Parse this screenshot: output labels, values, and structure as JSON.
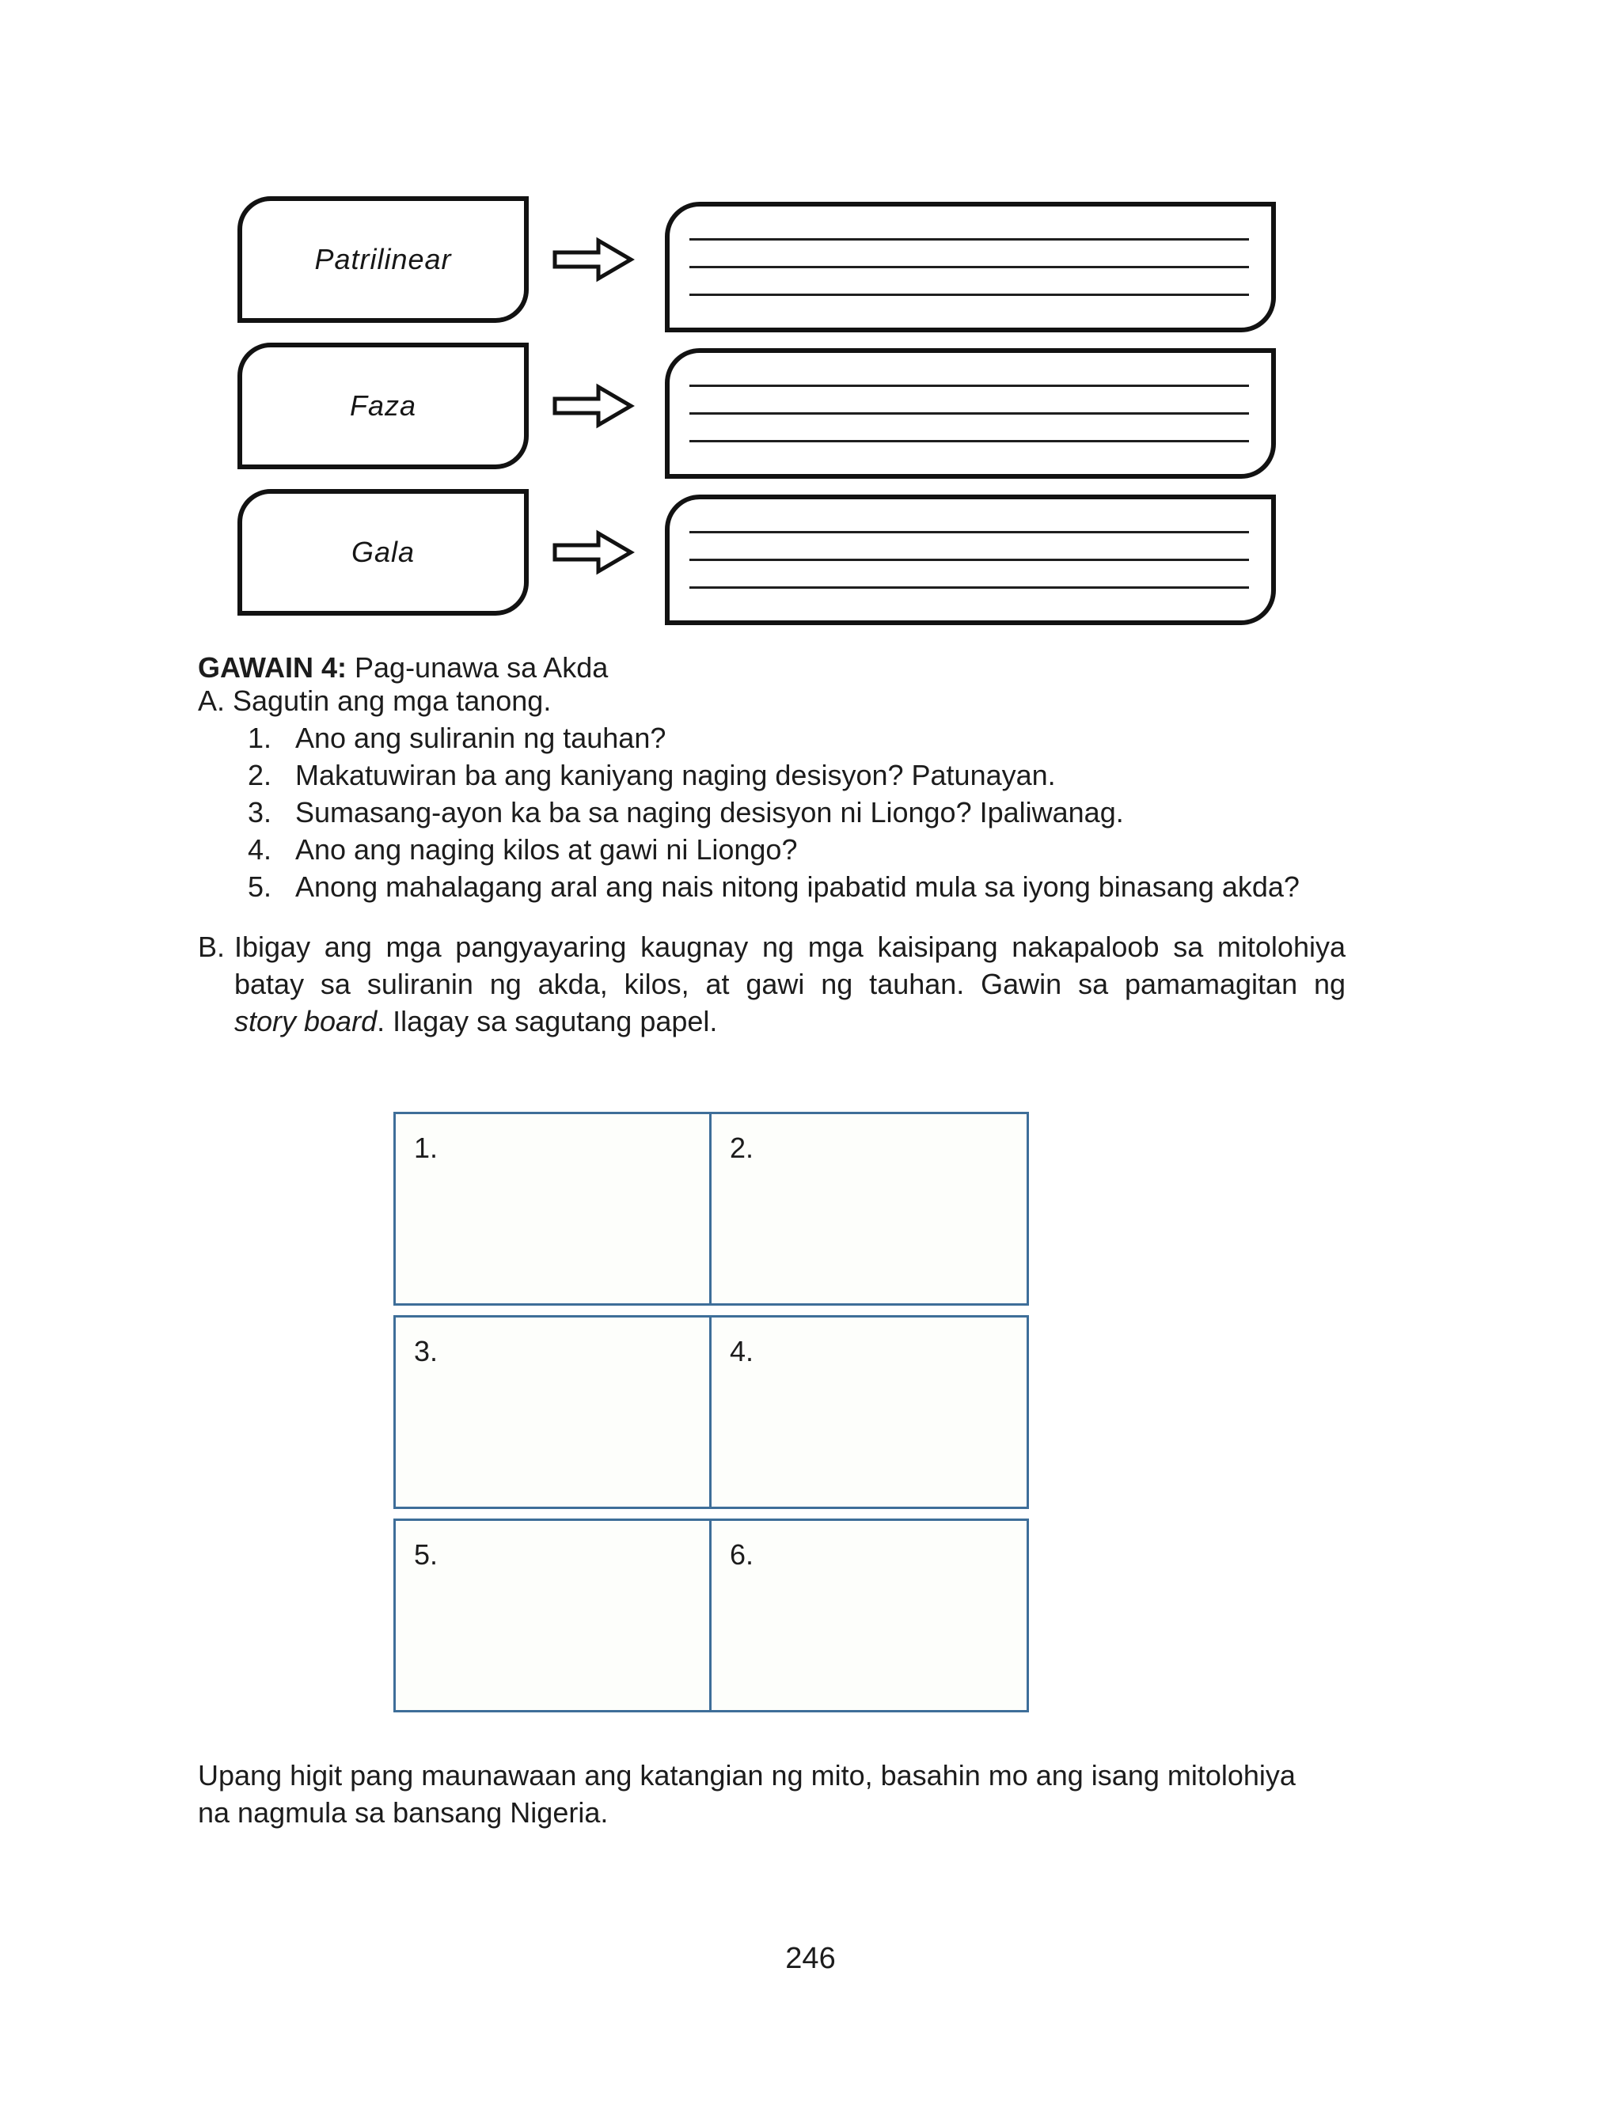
{
  "page": {
    "number": "246"
  },
  "diagram": {
    "rows": [
      {
        "label": "Patrilinear"
      },
      {
        "label": "Faza"
      },
      {
        "label": "Gala"
      }
    ],
    "arrow_icon": "right-block-arrow",
    "lines_per_box": 3
  },
  "gawain": {
    "heading_bold": "GAWAIN 4:",
    "heading_rest": "Pag-unawa sa Akda",
    "section_a": {
      "intro": "A. Sagutin ang mga tanong.",
      "items": [
        {
          "num": "1.",
          "text": "Ano ang suliranin ng tauhan?"
        },
        {
          "num": "2.",
          "text": "Makatuwiran ba ang kaniyang naging desisyon? Patunayan."
        },
        {
          "num": "3.",
          "text": "Sumasang-ayon ka ba sa naging desisyon ni Liongo? Ipaliwanag."
        },
        {
          "num": "4.",
          "text": "Ano ang naging kilos at gawi ni Liongo?"
        },
        {
          "num": "5.",
          "text": "Anong mahalagang aral ang nais nitong ipabatid mula sa iyong binasang akda?"
        }
      ]
    },
    "section_b": {
      "label": "B.",
      "line1": "Ibigay ang mga pangyayaring kaugnay ng mga kaisipang nakapaloob sa mitolohiya",
      "line2": "batay sa suliranin ng akda, kilos, at gawi ng tauhan. Gawin sa pamamagitan ng",
      "line3_italic": "story board",
      "line3_rest": ". Ilagay sa sagutang papel."
    }
  },
  "storyboard": {
    "border_color": "#3E6E99",
    "cells": [
      {
        "num": "1."
      },
      {
        "num": "2."
      },
      {
        "num": "3."
      },
      {
        "num": "4."
      },
      {
        "num": "5."
      },
      {
        "num": "6."
      }
    ]
  },
  "closing": {
    "line1": "Upang higit pang maunawaan ang katangian ng mito, basahin mo ang isang mitolohiya",
    "line2": "na nagmula sa bansang Nigeria."
  }
}
